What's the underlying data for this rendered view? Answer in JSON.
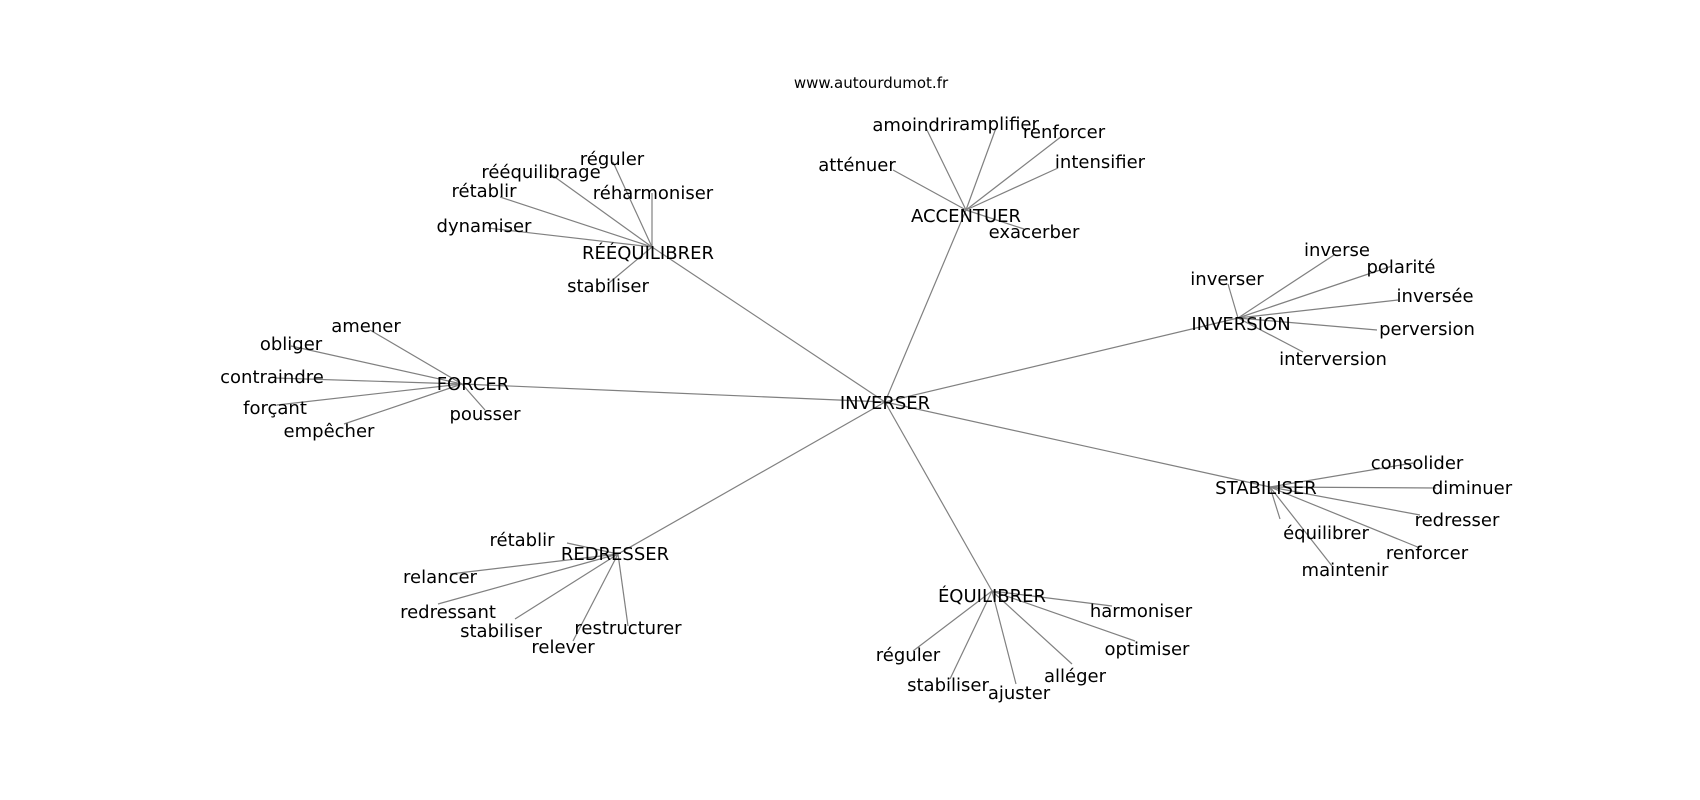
{
  "source": "www.autourdumot.fr",
  "root": "INVERSER",
  "hubs": [
    {
      "label": "RÉÉQUILIBRER",
      "words": [
        "réguler",
        "rééquilibrage",
        "rétablir",
        "réharmoniser",
        "dynamiser",
        "stabiliser"
      ]
    },
    {
      "label": "ACCENTUER",
      "words": [
        "amoindrir",
        "amplifier",
        "renforcer",
        "atténuer",
        "intensifier",
        "exacerber"
      ]
    },
    {
      "label": "INVERSION",
      "words": [
        "inverse",
        "inverser",
        "polarité",
        "inversée",
        "perversion",
        "interversion"
      ]
    },
    {
      "label": "FORCER",
      "words": [
        "amener",
        "obliger",
        "contraindre",
        "forçant",
        "pousser",
        "empêcher"
      ]
    },
    {
      "label": "STABILISER",
      "words": [
        "consolider",
        "diminuer",
        "redresser",
        "équilibrer",
        "renforcer",
        "maintenir"
      ]
    },
    {
      "label": "REDRESSER",
      "words": [
        "rétablir",
        "relancer",
        "redressant",
        "stabiliser",
        "restructurer",
        "relever"
      ]
    },
    {
      "label": "ÉQUILIBRER",
      "words": [
        "harmoniser",
        "optimiser",
        "réguler",
        "alléger",
        "stabiliser",
        "ajuster"
      ]
    }
  ]
}
